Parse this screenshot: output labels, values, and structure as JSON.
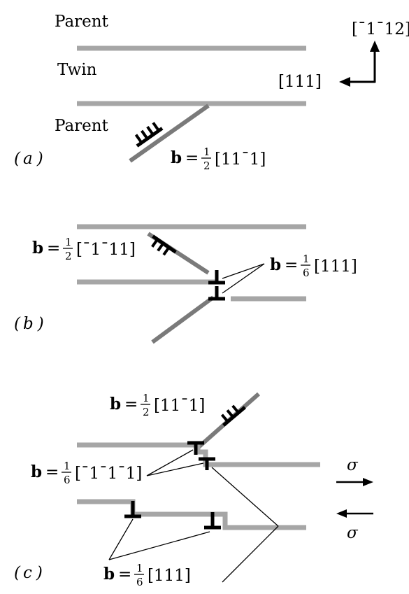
{
  "panel_a": {
    "label_parent_top": "Parent",
    "label_twin": "Twin",
    "label_parent_bottom": "Parent",
    "direction_vertical": "[¯1¯12]",
    "direction_horizontal": "[111]",
    "panel_label": "a",
    "burgers": {
      "symbol": "b",
      "equals": "=",
      "frac_num": "1",
      "frac_den": "2",
      "vector": "[11¯1]"
    }
  },
  "panel_b": {
    "panel_label": "b",
    "burgers_left": {
      "symbol": "b",
      "equals": "=",
      "frac_num": "1",
      "frac_den": "2",
      "vector": "[¯1¯11]"
    },
    "burgers_right": {
      "symbol": "b",
      "equals": "=",
      "frac_num": "1",
      "frac_den": "6",
      "vector": "[111]"
    }
  },
  "panel_c": {
    "panel_label": "c",
    "burgers_top": {
      "symbol": "b",
      "equals": "=",
      "frac_num": "1",
      "frac_den": "2",
      "vector": "[11¯1]"
    },
    "burgers_left": {
      "symbol": "b",
      "equals": "=",
      "frac_num": "1",
      "frac_den": "6",
      "vector": "[¯1¯1¯1]"
    },
    "burgers_bottom": {
      "symbol": "b",
      "equals": "=",
      "frac_num": "1",
      "frac_den": "6",
      "vector": "[111]"
    },
    "stress_top": "σ",
    "stress_bottom": "σ"
  }
}
